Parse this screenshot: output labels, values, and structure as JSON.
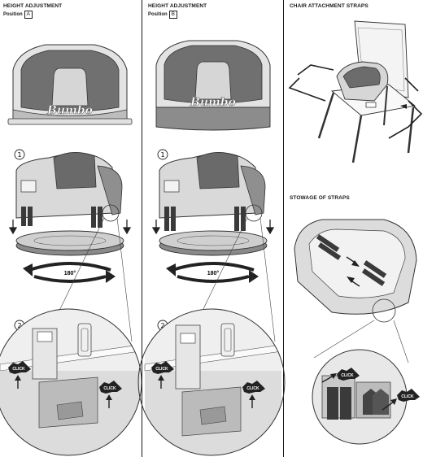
{
  "panels": [
    {
      "title": "HEIGHT ADJUSTMENT",
      "position_label": "Position",
      "position_value": "A",
      "rotation": "180°",
      "step1": "1",
      "step2": "2",
      "click1": "CLICK",
      "click2": "CLICK",
      "brand": "Bumbo"
    },
    {
      "title": "HEIGHT ADJUSTMENT",
      "position_label": "Position",
      "position_value": "B",
      "rotation": "180°",
      "step1": "1",
      "step2": "2",
      "click1": "CLICK",
      "click2": "CLICK",
      "brand": "Bumbo"
    }
  ],
  "straps": {
    "title": "CHAIR ATTACHMENT STRAPS"
  },
  "stowage": {
    "title": "STOWAGE OF STRAPS",
    "click1": "CLICK",
    "click2": "CLICK"
  }
}
